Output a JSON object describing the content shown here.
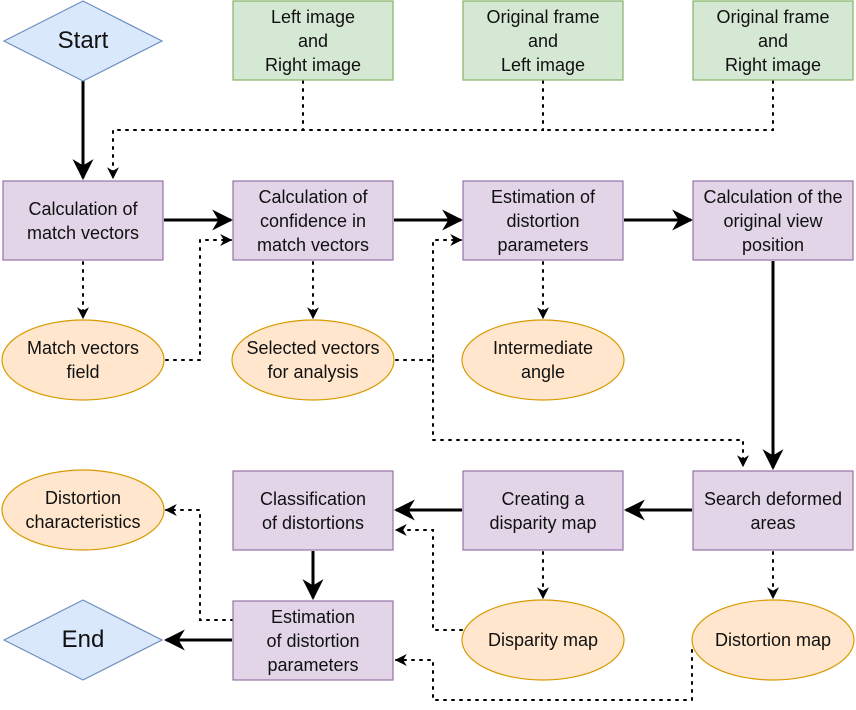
{
  "colors": {
    "process_fill": "#e1d5e7",
    "process_stroke": "#9673a6",
    "input_fill": "#d5e8d4",
    "input_stroke": "#82b366",
    "data_fill": "#ffe6cc",
    "data_stroke": "#d79b00",
    "terminal_fill": "#dae8fc",
    "terminal_stroke": "#6c8ebf"
  },
  "nodes": {
    "start": "Start",
    "end": "End",
    "input_lr": "Left image\nand\nRight image",
    "input_ol": "Original frame\nand\nLeft image",
    "input_or": "Original frame\nand\nRight image",
    "calc_match": "Calculation of\nmatch vectors",
    "calc_conf": "Calculation of\nconfidence in\nmatch vectors",
    "est_dist_1": "Estimation of\ndistortion\nparameters",
    "calc_view": "Calculation of the\noriginal view\nposition",
    "match_field": "Match vectors\nfield",
    "selected_vectors": "Selected vectors\nfor analysis",
    "intermediate_angle": "Intermediate\nangle",
    "distortion_char": "Distortion\ncharacteristics",
    "classification": "Classification\nof distortions",
    "disparity_create": "Creating a\ndisparity map",
    "search_deformed": "Search deformed\nareas",
    "est_dist_2": "Estimation\nof distortion\nparameters",
    "disparity_map": "Disparity map",
    "distortion_map": "Distortion map"
  }
}
